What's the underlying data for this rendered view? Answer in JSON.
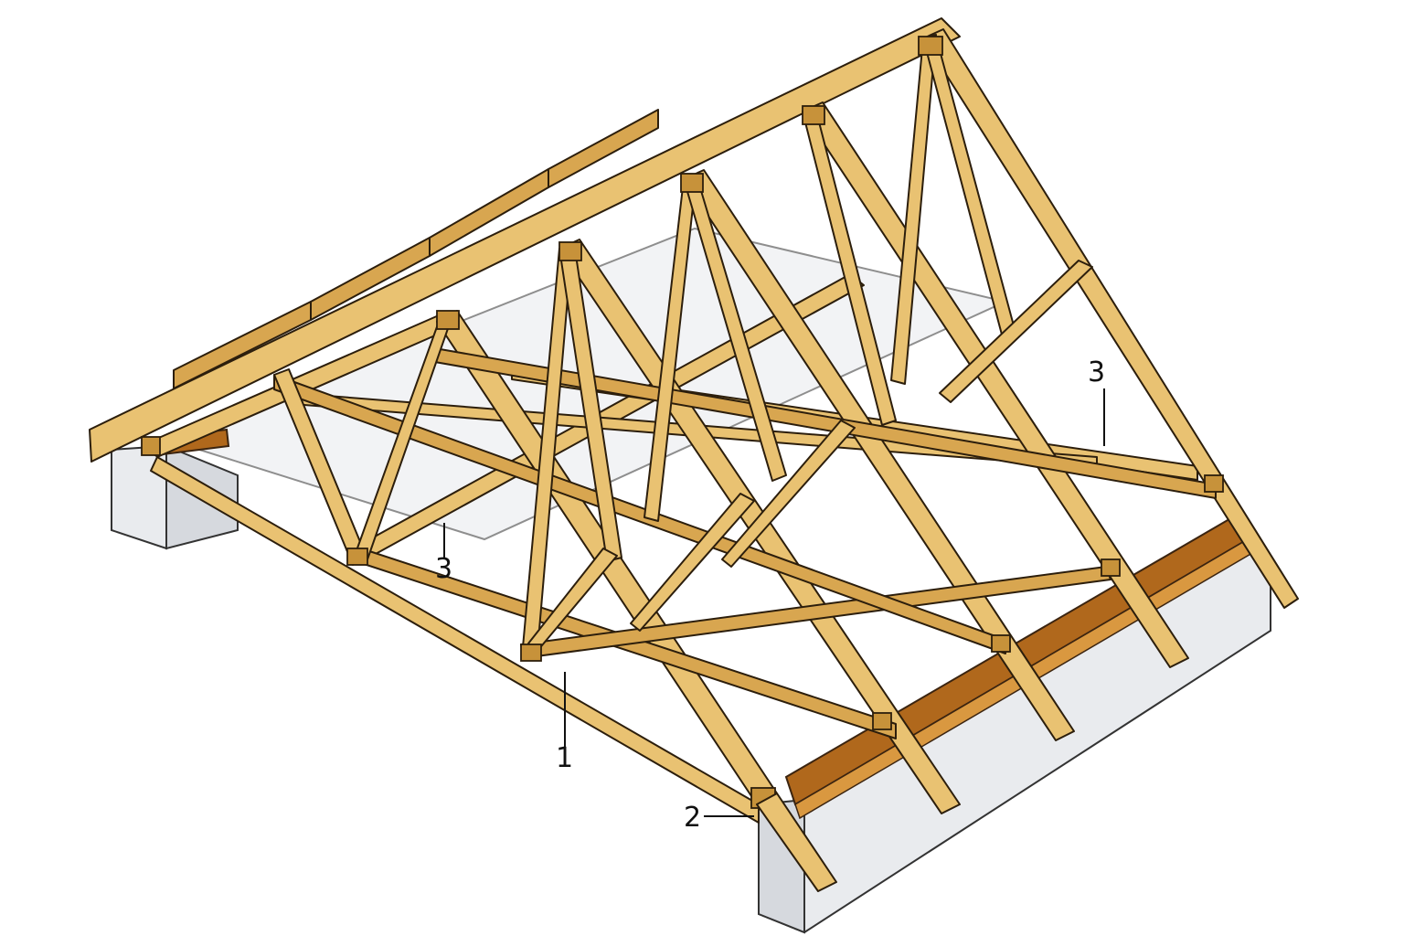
{
  "figure": {
    "colors": {
      "timber": "#e9c272",
      "timber_shade": "#d8a650",
      "sill": "#b0681c",
      "wall": "#e9ebee"
    },
    "callouts": [
      {
        "id": "1",
        "text": "1"
      },
      {
        "id": "2",
        "text": "2"
      },
      {
        "id": "3a",
        "text": "3"
      },
      {
        "id": "3b",
        "text": "3"
      }
    ]
  }
}
